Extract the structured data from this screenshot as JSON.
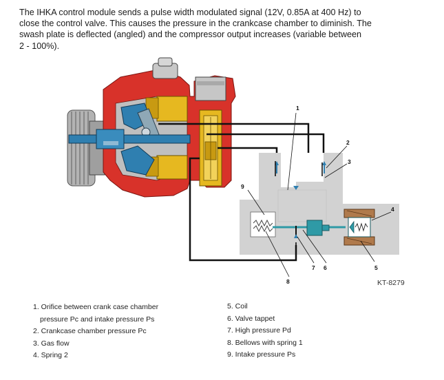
{
  "intro": {
    "line1": "The IHKA control module sends a pulse width modulated signal (12V, 0.85A  at 400 Hz) to",
    "line2": "close the control valve. This causes the pressure in the crankcase chamber to diminish. The",
    "line3": "swash plate is deflected (angled) and the compressor output increases (variable between",
    "line4": "2 - 100%)."
  },
  "figure": {
    "id_label": "KT-8279",
    "callouts": [
      "1",
      "2",
      "3",
      "4",
      "5",
      "6",
      "7",
      "8",
      "9"
    ]
  },
  "legend_left": [
    "1. Orifice between crank case chamber",
    "pressure Pc and intake pressure Ps",
    "2. Crankcase chamber pressure Pc",
    "3. Gas flow",
    "4. Spring 2"
  ],
  "legend_right": [
    "5. Coil",
    "6. Valve tappet",
    "7. High pressure Pd",
    "8. Bellows with spring 1",
    "9. Intake pressure Ps"
  ],
  "colors": {
    "housing_red": "#d8322a",
    "housing_grey": "#b9b9b9",
    "piston_yellow": "#e6b820",
    "shaft_blue": "#2f7fb0",
    "teal": "#2f9aa6",
    "coil_brown": "#8a5a3a",
    "schematic_grey": "#d2d2d2",
    "line_black": "#111111"
  }
}
